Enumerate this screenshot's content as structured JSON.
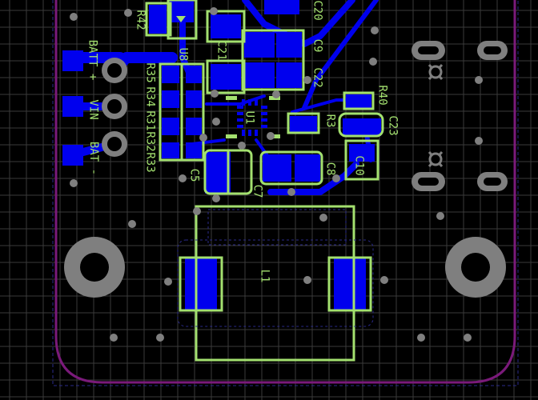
{
  "view": {
    "background_color": "#000000",
    "grid_color": "#3a3a3a",
    "board_outline_color": "#7a1a7a",
    "copper_color": "#0000ee",
    "silkscreen_color": "#a3e06f",
    "pad_gray_color": "#7f7f7f",
    "drill_color": "#000000"
  },
  "silkscreen": {
    "batt_plus": "BATT +",
    "vin": "VIN",
    "bat_minus": "BAT -",
    "r42": "R42",
    "u8": "U8",
    "r35": "R35",
    "r34": "R34",
    "r31": "R31",
    "r32": "R32",
    "r33": "R33",
    "c21": "C21",
    "c9": "C9",
    "c20": "C20",
    "c22": "C22",
    "u1": "U1",
    "r40": "R40",
    "r3": "R3",
    "c23": "C23",
    "c8": "C8",
    "c10": "C10",
    "c5": "C5",
    "c7": "C7",
    "l1": "L1"
  }
}
